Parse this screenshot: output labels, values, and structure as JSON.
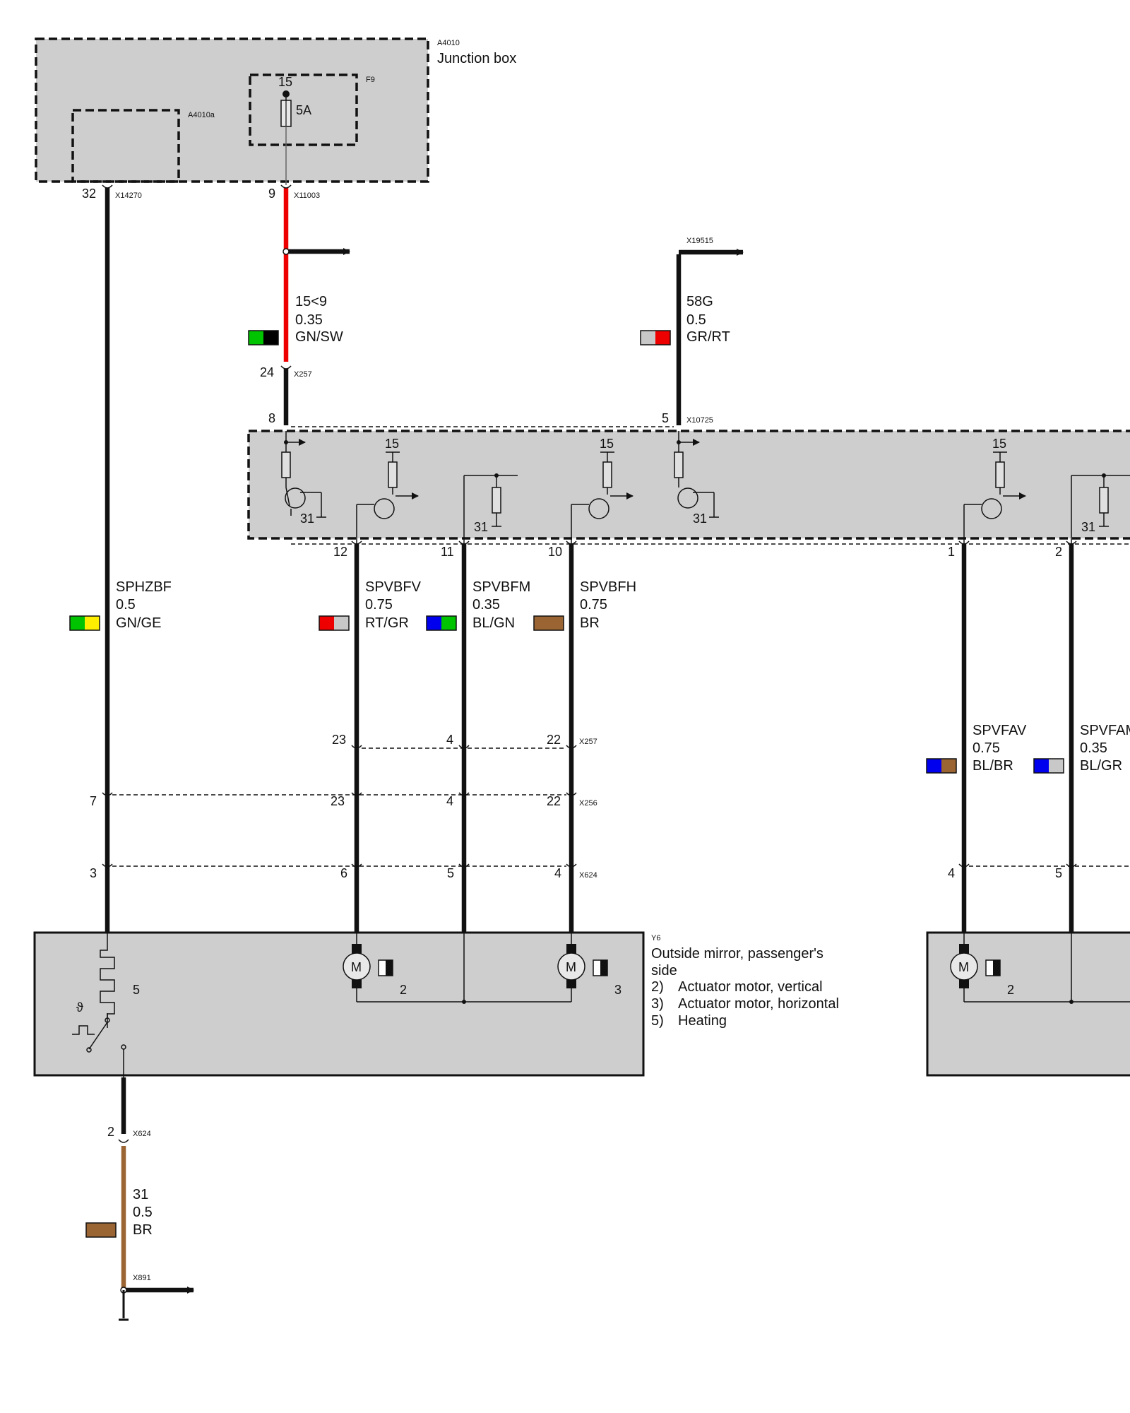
{
  "junction_box": {
    "id": "A4010",
    "title": "Junction box",
    "sub_id": "A4010a",
    "fuse": {
      "id": "F9",
      "terminal": "15",
      "rating": "5A"
    },
    "pin_left": "32",
    "pin_left_conn": "X14270",
    "pin_fuse": "9",
    "pin_fuse_conn": "X11003"
  },
  "wires": {
    "feed": {
      "signal": "15<9",
      "gauge": "0.35",
      "color_code": "GN/SW",
      "colors": [
        "#00c400",
        "#000000"
      ]
    },
    "light": {
      "conn": "X19515",
      "signal": "58G",
      "gauge": "0.5",
      "color_code": "GR/RT",
      "colors": [
        "#c8c8c8",
        "#ee0000"
      ]
    },
    "heat": {
      "signal": "SPHZBF",
      "gauge": "0.5",
      "color_code": "GN/GE",
      "colors": [
        "#00c400",
        "#ffee00"
      ]
    },
    "vert": {
      "signal": "SPVBFV",
      "gauge": "0.75",
      "color_code": "RT/GR",
      "colors": [
        "#ee0000",
        "#c8c8c8"
      ]
    },
    "common": {
      "signal": "SPVBFM",
      "gauge": "0.35",
      "color_code": "BL/GN",
      "colors": [
        "#0000ee",
        "#00c400"
      ]
    },
    "horiz": {
      "signal": "SPVBFH",
      "gauge": "0.75",
      "color_code": "BR",
      "colors": [
        "#9a6532",
        "#9a6532"
      ]
    },
    "drv_vert": {
      "signal": "SPVFAV",
      "gauge": "0.75",
      "color_code": "BL/BR",
      "colors": [
        "#0000ee",
        "#9a6532"
      ]
    },
    "drv_common": {
      "signal": "SPVFAM",
      "gauge": "0.35",
      "color_code": "BL/GR",
      "colors": [
        "#0000ee",
        "#c8c8c8"
      ]
    },
    "ground": {
      "signal": "31",
      "gauge": "0.5",
      "color_code": "BR",
      "colors": [
        "#9a6532",
        "#9a6532"
      ]
    }
  },
  "connectors": {
    "x257_top_pin": "24",
    "x257_top": "X257",
    "x10725": "X10725",
    "x10725_pin_a": "8",
    "x10725_pin_b": "5",
    "ecu_pins": [
      "12",
      "11",
      "10",
      "1",
      "2"
    ],
    "x257": {
      "name": "X257",
      "pins": [
        "23",
        "4",
        "22"
      ]
    },
    "x256": {
      "name": "X256",
      "pins": [
        "7",
        "23",
        "4",
        "22"
      ]
    },
    "x624": {
      "name": "X624",
      "pins": [
        "3",
        "6",
        "5",
        "4",
        "4",
        "5"
      ]
    },
    "x624_ground": {
      "name": "X624",
      "pin": "2"
    },
    "x891": "X891"
  },
  "ecu_labels": {
    "t15": "15",
    "t31": "31"
  },
  "mirror": {
    "id": "Y6",
    "title_line1": "Outside mirror, passenger's",
    "title_line2": "side",
    "items": [
      {
        "num": "2)",
        "text": "Actuator motor, vertical"
      },
      {
        "num": "3)",
        "text": "Actuator motor, horizontal"
      },
      {
        "num": "5)",
        "text": "Heating"
      }
    ],
    "heater_ref": "5",
    "motor_v_ref": "2",
    "motor_h_ref": "3",
    "theta": "ϑ"
  },
  "mirror_driver": {
    "motor_ref": "2"
  }
}
